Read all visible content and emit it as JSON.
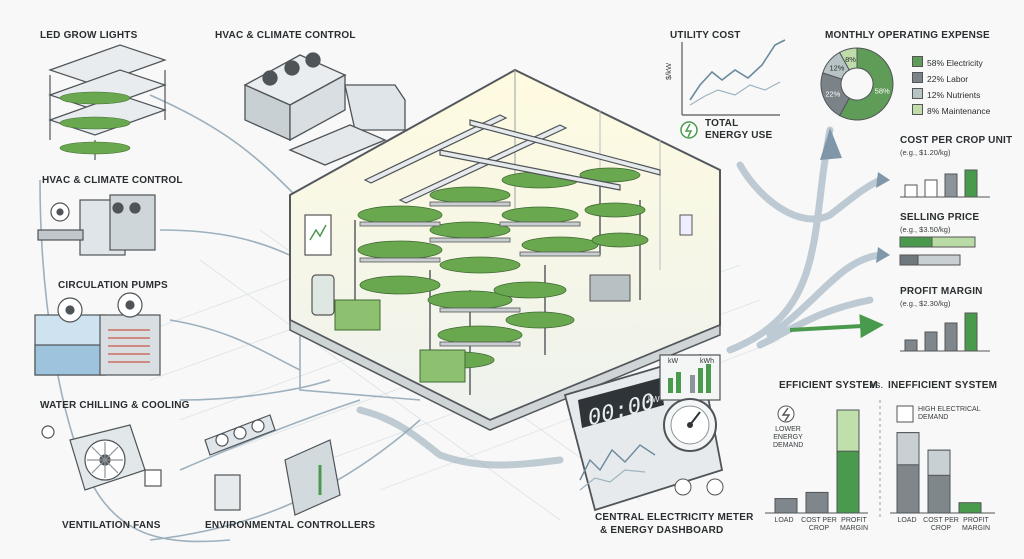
{
  "left_labels": {
    "led": "LED GROW LIGHTS",
    "hvac_left": "HVAC & CLIMATE CONTROL",
    "pumps": "CIRCULATION PUMPS",
    "chilling": "WATER CHILLING & COOLING",
    "fans": "VENTILATION FANS",
    "controllers": "ENVIRONMENTAL CONTROLLERS"
  },
  "top_labels": {
    "hvac_top": "HVAC & CLIMATE CONTROL"
  },
  "utility": {
    "title": "UTILITY COST",
    "ylabel": "$/kW",
    "energy_line1": "TOTAL",
    "energy_line2": "ENERGY USE"
  },
  "meter": {
    "line1": "CENTRAL ELECTRICITY METER",
    "line2": "& ENERGY DASHBOARD",
    "display": "00:00",
    "unit": "kW",
    "unit2": "kWh"
  },
  "expense": {
    "title": "MONTHLY OPERATING EXPENSE",
    "slices": [
      {
        "label": "58% Electricity",
        "pct": 58,
        "short": "58%",
        "color": "#5e9c57"
      },
      {
        "label": "22% Labor",
        "pct": 22,
        "short": "22%",
        "color": "#7b8388"
      },
      {
        "label": "12% Nutrients",
        "pct": 12,
        "short": "12%",
        "color": "#b8c3c6"
      },
      {
        "label": "8% Maintenance",
        "pct": 8,
        "short": "8%",
        "color": "#bfdcaa"
      }
    ]
  },
  "metrics": {
    "cost_title": "COST PER CROP UNIT",
    "cost_sub": "(e.g., $1.20/kg)",
    "price_title": "SELLING PRICE",
    "price_sub": "(e.g., $3.50/kg)",
    "margin_title": "PROFIT MARGIN",
    "margin_sub": "(e.g., $2.30/kg)"
  },
  "comparison": {
    "title_left": "EFFICIENT SYSTEM",
    "vs": "vs.",
    "title_right": "INEFFICIENT SYSTEM",
    "efficient_note1": "LOWER",
    "efficient_note2": "ENERGY",
    "efficient_note3": "DEMAND",
    "inefficient_note1": "HIGH ELECTRICAL",
    "inefficient_note2": "DEMAND",
    "cat1": "LOAD",
    "cat2a": "COST PER",
    "cat2b": "CROP",
    "cat3a": "PROFIT",
    "cat3b": "MARGIN"
  },
  "chart_data": [
    {
      "type": "bar",
      "title": "EFFICIENT SYSTEM",
      "categories": [
        "LOAD",
        "COST PER CROP",
        "PROFIT MARGIN"
      ],
      "values": [
        14,
        20,
        100
      ],
      "ylim": [
        0,
        100
      ]
    },
    {
      "type": "bar",
      "title": "INEFFICIENT SYSTEM",
      "categories": [
        "LOAD",
        "COST PER CROP",
        "PROFIT MARGIN"
      ],
      "values": [
        78,
        61,
        10
      ],
      "ylim": [
        0,
        100
      ]
    }
  ]
}
